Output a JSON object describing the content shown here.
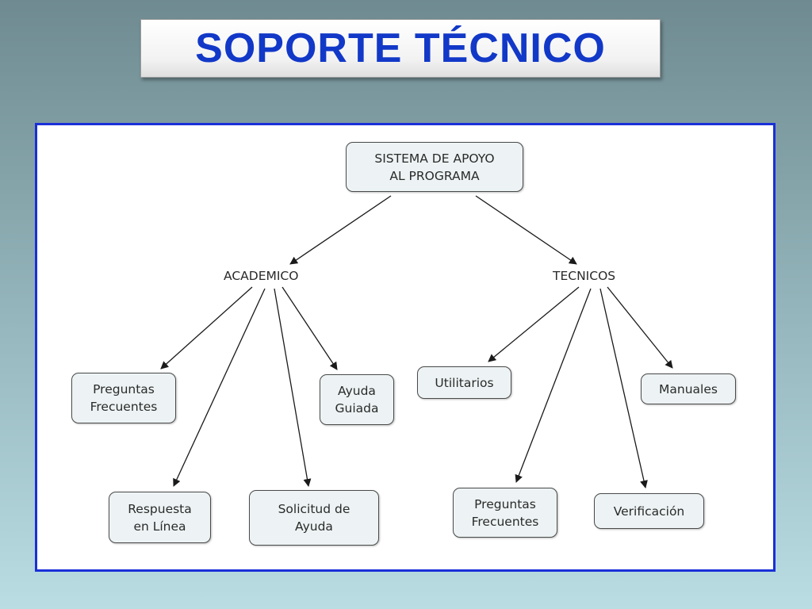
{
  "title": "SOPORTE TÉCNICO",
  "colors": {
    "title": "#1238c8",
    "panel_border": "#1a2fd8",
    "node_fill": "#edf3f4"
  },
  "diagram": {
    "root": "SISTEMA DE APOYO\nAL PROGRAMA",
    "academico": {
      "label": "ACADEMICO",
      "children": [
        "Preguntas\nFrecuentes",
        "Respuesta\nen Línea",
        "Solicitud de\nAyuda",
        "Ayuda\nGuiada"
      ]
    },
    "tecnicos": {
      "label": "TECNICOS",
      "children": [
        "Utilitarios",
        "Preguntas\nFrecuentes",
        "Verificación",
        "Manuales"
      ]
    }
  }
}
